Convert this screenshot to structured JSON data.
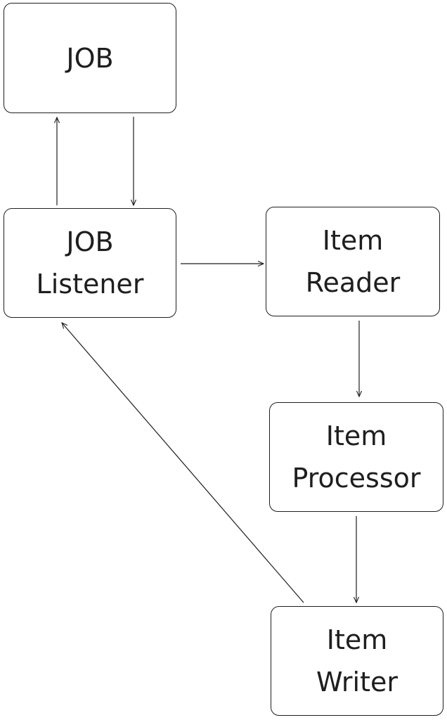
{
  "diagram": {
    "nodes": {
      "job": "JOB",
      "job_listener": "JOB\nListener",
      "item_reader": "Item\nReader",
      "item_processor": "Item\nProcessor",
      "item_writer": "Item\nWriter"
    },
    "edges": [
      {
        "from": "job_listener",
        "to": "job"
      },
      {
        "from": "job",
        "to": "job_listener"
      },
      {
        "from": "job_listener",
        "to": "item_reader"
      },
      {
        "from": "item_reader",
        "to": "item_processor"
      },
      {
        "from": "item_processor",
        "to": "item_writer"
      },
      {
        "from": "item_writer",
        "to": "job_listener"
      }
    ],
    "colors": {
      "stroke": "#1e1e1e",
      "fill": "#ffffff"
    }
  }
}
